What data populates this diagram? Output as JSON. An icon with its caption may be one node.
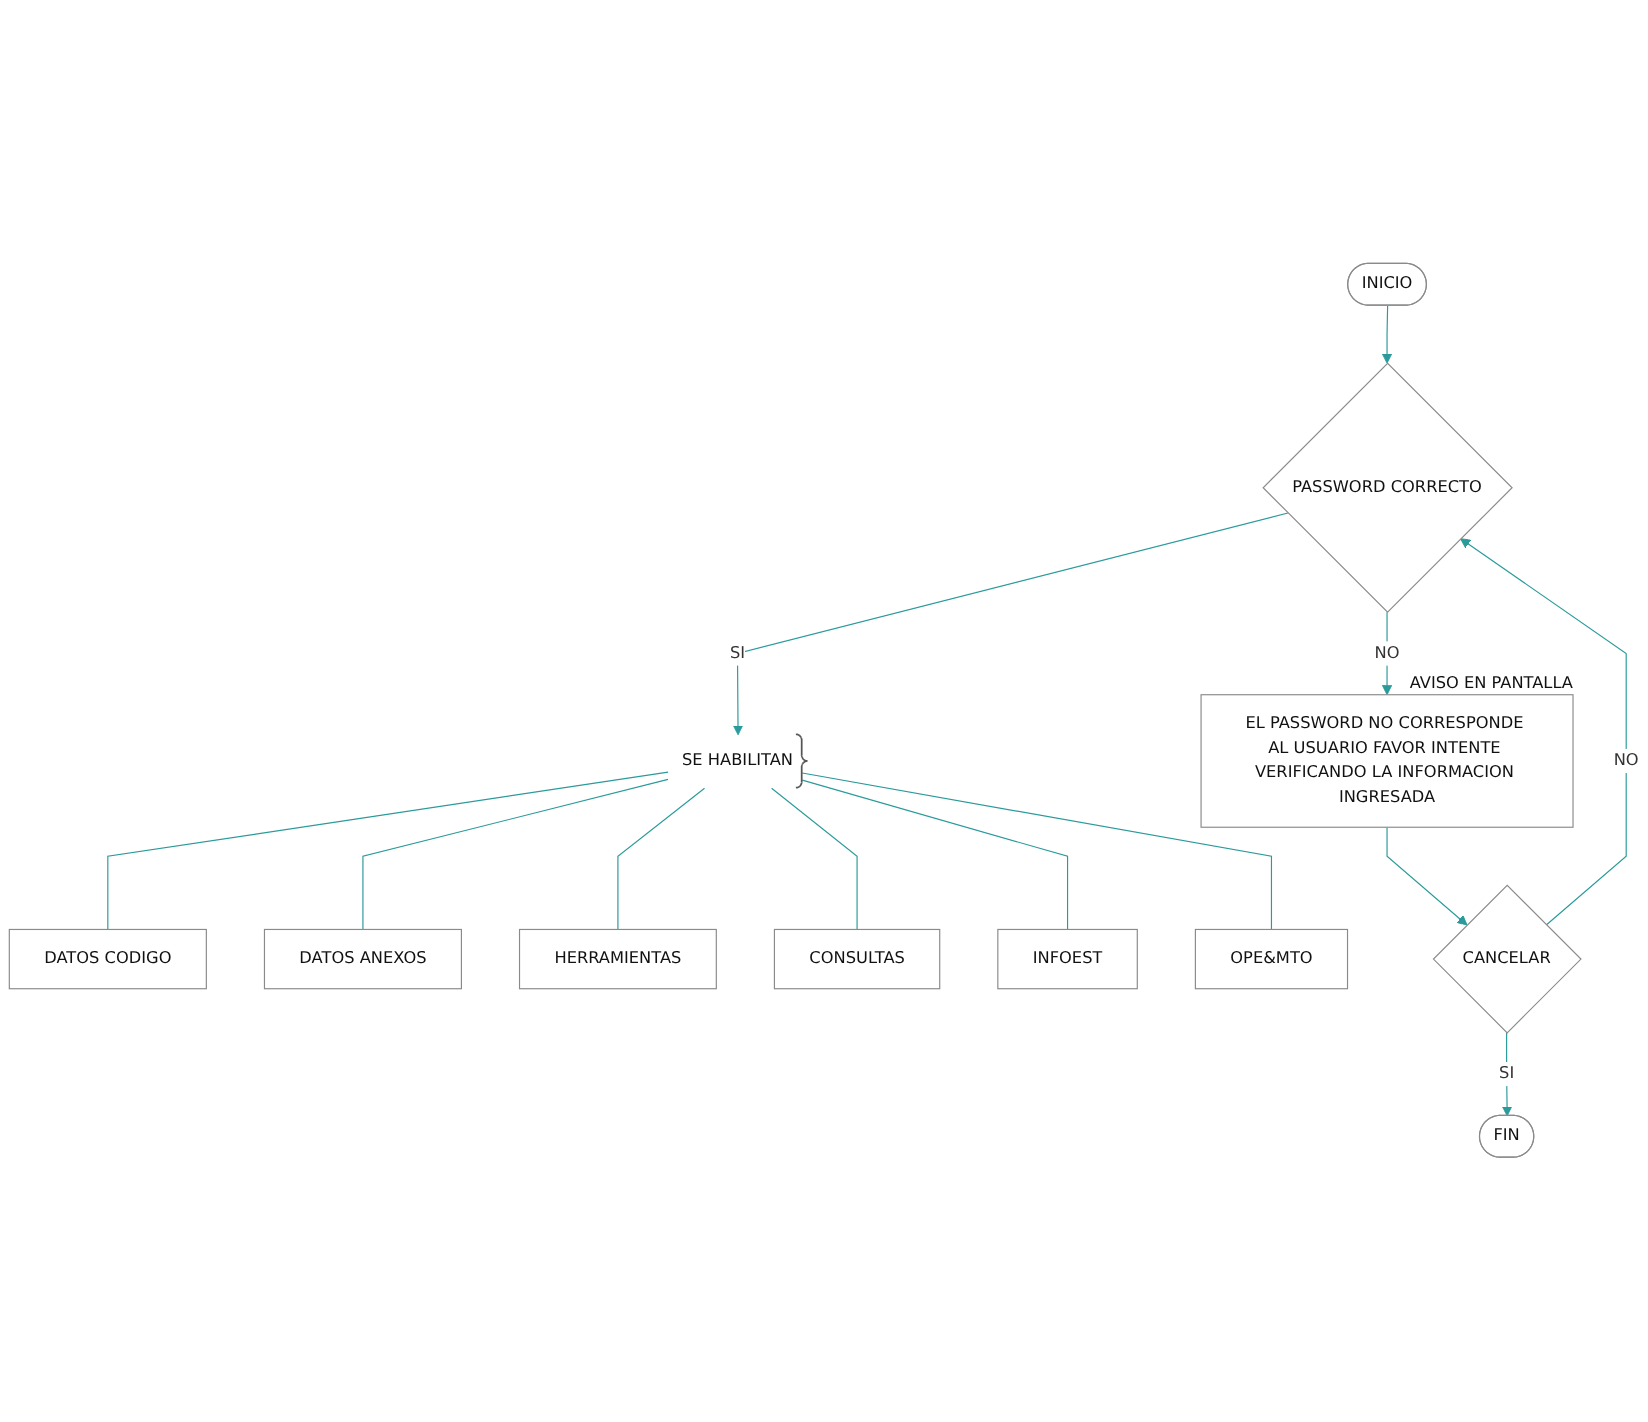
{
  "diagram": {
    "nodes": [
      {
        "text": [
          "INICIO"
        ]
      },
      {
        "text": [
          "PASSWORD CORRECTO"
        ]
      },
      {
        "text": [
          "SE HABILITAN"
        ]
      },
      {
        "text": [
          "DATOS CODIGO"
        ]
      },
      {
        "text": [
          "DATOS ANEXOS"
        ]
      },
      {
        "text": [
          "HERRAMIENTAS"
        ]
      },
      {
        "text": [
          "CONSULTAS"
        ]
      },
      {
        "text": [
          "INFOEST"
        ]
      },
      {
        "text": [
          "OPE&MTO"
        ]
      },
      {
        "text": [
          "EL PASSWORD NO CORRESPONDE AL USUARIO FAVOR INTENTE VERIFICANDO LA INFORMACION INGRESADA"
        ],
        "beside": [
          "AVISO EN PANTALLA"
        ]
      },
      {
        "text": [
          "CANCELAR"
        ]
      },
      {
        "text": [
          "FIN"
        ]
      }
    ],
    "edges": [
      {
        "from": 0,
        "to": 1,
        "arrow": "to"
      },
      {
        "from": 1,
        "to": 2,
        "arrow": "to",
        "label": "SI"
      },
      {
        "from": 2,
        "to": 3,
        "arrow": "none"
      },
      {
        "from": 2,
        "to": 4,
        "arrow": "none"
      },
      {
        "from": 2,
        "to": 5,
        "arrow": "none"
      },
      {
        "from": 2,
        "to": 6,
        "arrow": "none"
      },
      {
        "from": 2,
        "to": 7,
        "arrow": "none"
      },
      {
        "from": 2,
        "to": 8,
        "arrow": "none"
      },
      {
        "from": 1,
        "to": 9,
        "arrow": "to",
        "label": "NO"
      },
      {
        "from": 9,
        "to": 10,
        "arrow": "to"
      },
      {
        "from": 10,
        "to": 1,
        "arrow": "to",
        "label": "NO"
      },
      {
        "from": 10,
        "to": 11,
        "arrow": "to",
        "label": "SI"
      }
    ]
  }
}
